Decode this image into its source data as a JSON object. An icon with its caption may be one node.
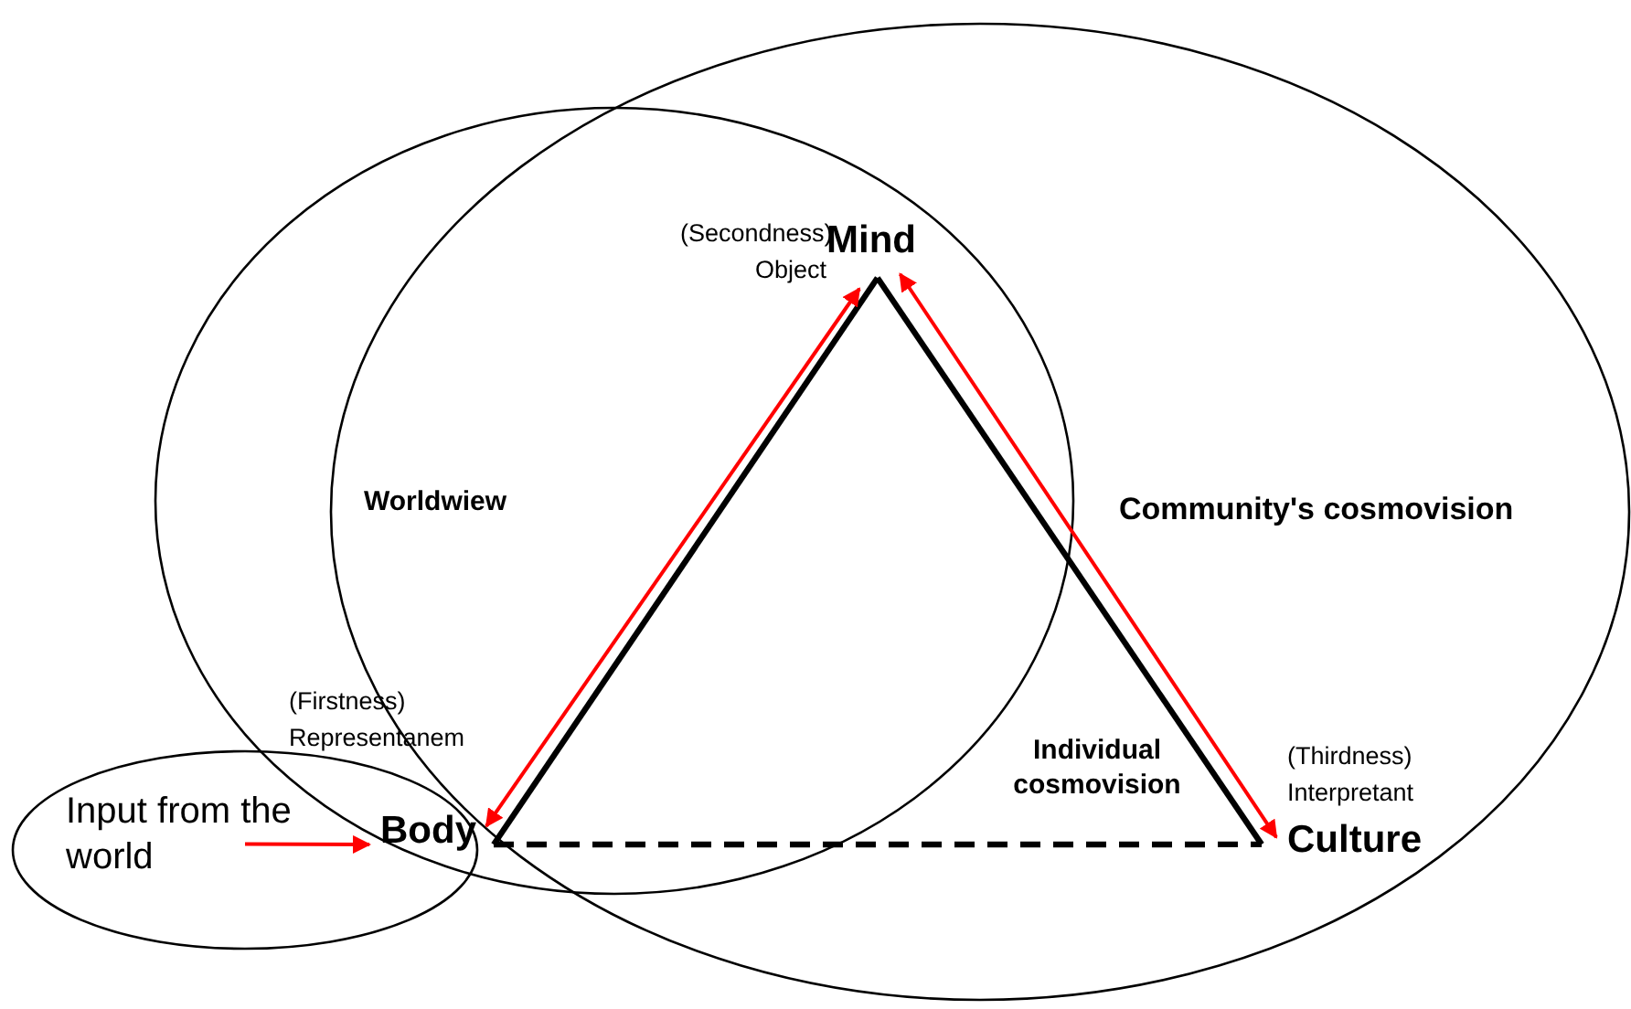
{
  "diagram": {
    "nodes": [
      {
        "text": [
          "Worldwiew"
        ]
      },
      {
        "text": [
          "Community's cosmovision"
        ]
      },
      {
        "text": [
          "Input from the world"
        ]
      },
      {
        "text": [
          "Mind"
        ],
        "beside": [
          "(Secondness) Object"
        ],
        "in": 0
      },
      {
        "text": [
          "Body"
        ]
      },
      {
        "text": [
          "Culture"
        ],
        "beside": [
          "(Thirdness) Interpretant"
        ],
        "in": 1
      }
    ],
    "edges": [
      {
        "from": 4,
        "to": 3,
        "arrow": "none"
      },
      {
        "from": 3,
        "to": 5,
        "arrow": "none"
      },
      {
        "from": 4,
        "to": 5,
        "arrow": "none",
        "style": "dashed"
      },
      {
        "from": 4,
        "to": 3,
        "arrow": "both",
        "color": "#ff0000"
      },
      {
        "from": 3,
        "to": 5,
        "arrow": "both",
        "color": "#ff0000"
      },
      {
        "from": 2,
        "to": 4,
        "arrow": "to",
        "color": "#ff0000"
      }
    ],
    "labels": [
      "(Firstness) Representanem",
      "Individual cosmovision"
    ]
  }
}
